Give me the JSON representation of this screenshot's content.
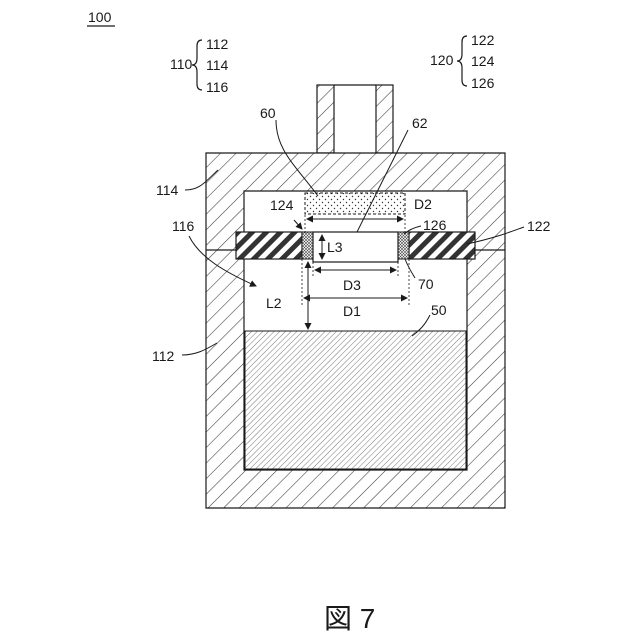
{
  "figure": {
    "ref_main": "100",
    "group_110": {
      "ref": "110",
      "items": [
        "112",
        "114",
        "116"
      ]
    },
    "group_120": {
      "ref": "120",
      "items": [
        "122",
        "124",
        "126"
      ]
    },
    "caption": "図 7"
  },
  "labels": {
    "l60": "60",
    "l62": "62",
    "l114": "114",
    "l124": "124",
    "l126": "126",
    "l122": "122",
    "l116": "116",
    "l112": "112",
    "l50": "50",
    "l70": "70",
    "D1": "D1",
    "D2": "D2",
    "D3": "D3",
    "L2": "L2",
    "L3": "L3"
  }
}
